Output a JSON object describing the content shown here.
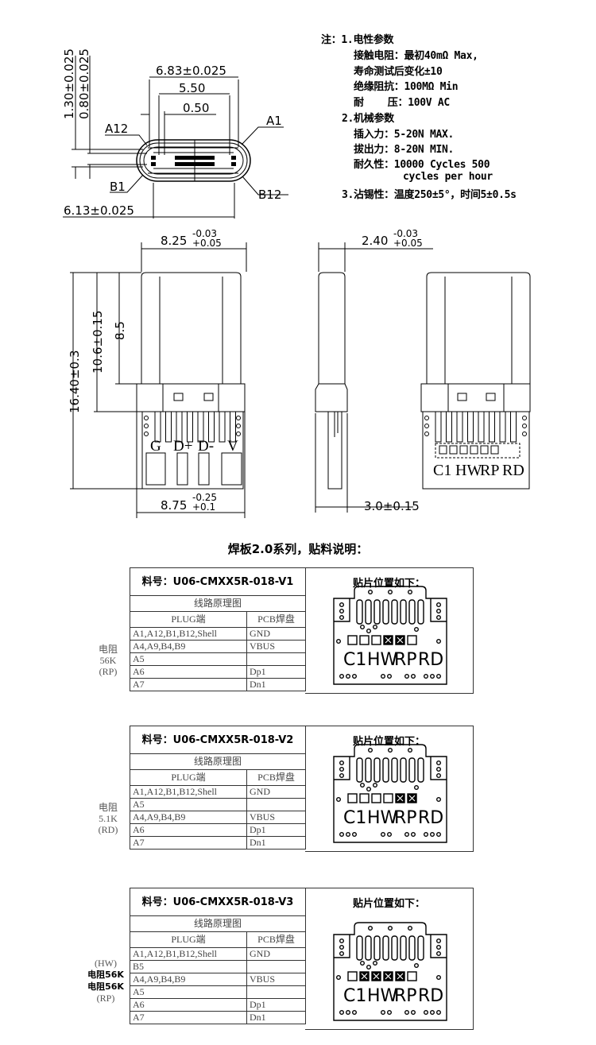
{
  "notes": {
    "header": "注：1.电性参数",
    "contact_resistance": "接触电阻：最初40mΩ Max,",
    "contact_resistance_2": "寿命测试后变化±10",
    "insulation": "绝缘阻抗：100MΩ Min",
    "voltage": "耐    压：100V AC",
    "mech_header": "2.机械参数",
    "insertion": "插入力：5-20N MAX.",
    "withdrawal": "拔出力：8-20N MIN.",
    "durability": "耐久性：10000 Cycles 500",
    "durability_2": "cycles per hour",
    "solder": "3.沾锡性：温度250±5°，时间5±0.5s"
  },
  "mouth_view": {
    "dim_outer": "6.83±0.025",
    "dim_pitch_span": "5.50",
    "dim_pitch": "0.50",
    "dim_inner": "6.13±0.025",
    "dim_height": "1.30±0.025",
    "dim_tongue": "0.80±0.025",
    "pin_a12": "A12",
    "pin_a1": "A1",
    "pin_b1": "B1",
    "pin_b12": "B12"
  },
  "front_view": {
    "width_main": "8.25",
    "width_tol_top": "-0.03",
    "width_tol_bot": "+0.05",
    "length_total": "16.40±0.3",
    "length_body": "10.6±0.15",
    "length_shell": "8.5",
    "pcb_width_main": "8.75",
    "pcb_tol_top": "-0.25",
    "pcb_tol_bot": "+0.1",
    "pads": [
      "G",
      "D+",
      "D-",
      "V"
    ]
  },
  "side_view": {
    "thickness_main": "2.40",
    "thickness_tol_top": "-0.03",
    "thickness_tol_bot": "+0.05",
    "pcb_thickness": "3.0±0.15"
  },
  "back_view": {
    "labels": [
      "C1",
      "HW",
      "RP",
      "RD"
    ]
  },
  "section_title": "焊板2.0系列，贴料说明：",
  "variants": [
    {
      "part_no": "料号：U06-CMXX5R-018-V1",
      "schematic": "线路原理图",
      "col_plug": "PLUG端",
      "col_pcb": "PCB焊盘",
      "rows": [
        [
          "A1,A12,B1,B12,Shell",
          "GND"
        ],
        [
          "A4,A9,B4,B9",
          "VBUS"
        ],
        [
          "A5",
          ""
        ],
        [
          "A6",
          "Dp1"
        ],
        [
          "A7",
          "Dn1"
        ]
      ],
      "resistor": [
        "电阻",
        "56K",
        "(RP)"
      ],
      "placement_title": "贴片位置如下：",
      "highlight": [
        3,
        4
      ]
    },
    {
      "part_no": "料号：U06-CMXX5R-018-V2",
      "schematic": "线路原理图",
      "col_plug": "PLUG端",
      "col_pcb": "PCB焊盘",
      "rows": [
        [
          "A1,A12,B1,B12,Shell",
          "GND"
        ],
        [
          "A5",
          ""
        ],
        [
          "A4,A9,B4,B9",
          "VBUS"
        ],
        [
          "A6",
          "Dp1"
        ],
        [
          "A7",
          "Dn1"
        ]
      ],
      "resistor": [
        "电阻",
        "5.1K",
        "(RD)"
      ],
      "placement_title": "贴片位置如下：",
      "highlight": [
        4,
        5
      ]
    },
    {
      "part_no": "料号：U06-CMXX5R-018-V3",
      "schematic": "线路原理图",
      "col_plug": "PLUG端",
      "col_pcb": "PCB焊盘",
      "rows": [
        [
          "A1,A12,B1,B12,Shell",
          "GND"
        ],
        [
          "B5",
          ""
        ],
        [
          "A4,A9,B4,B9",
          "VBUS"
        ],
        [
          "A5",
          ""
        ],
        [
          "A6",
          "Dp1"
        ],
        [
          "A7",
          "Dn1"
        ]
      ],
      "resistor": [
        "(HW)",
        "电阻56K",
        "电阻56K",
        "(RP)"
      ],
      "placement_title": "贴片位置如下：",
      "highlight": [
        1,
        2,
        3,
        4
      ]
    }
  ]
}
